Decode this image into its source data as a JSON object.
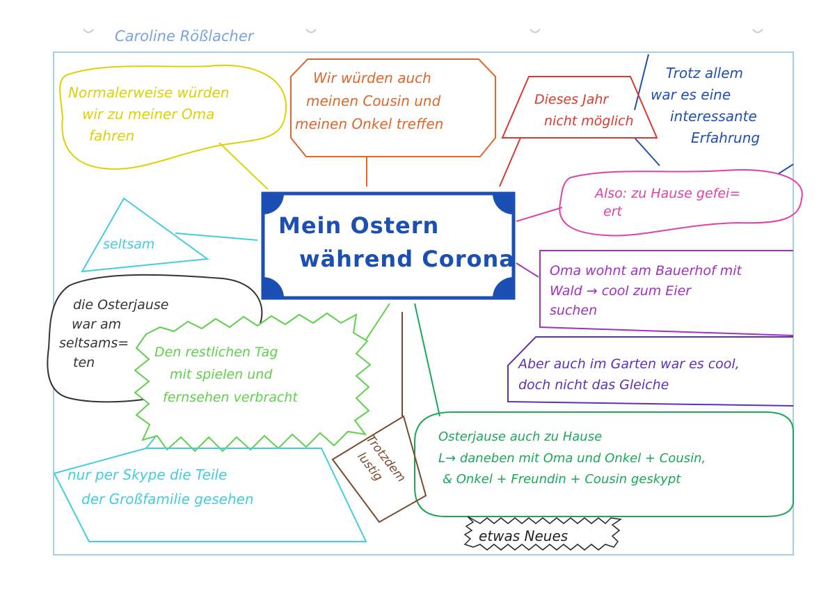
{
  "author": "Caroline Rößlacher",
  "center": {
    "lines": [
      "Mein Ostern",
      "während Corona"
    ]
  },
  "nodes": {
    "normalerweise": [
      "Normalerweise würden",
      "wir zu meiner Oma",
      "fahren"
    ],
    "cousin": [
      "Wir würden auch",
      "meinen Cousin und",
      "meinen Onkel treffen"
    ],
    "dieses_jahr": [
      "Dieses Jahr",
      "nicht möglich"
    ],
    "trotz": [
      "Trotz allem",
      "war es eine",
      "interessante",
      "Erfahrung"
    ],
    "also": [
      "Also: zu Hause gefei=",
      "ert"
    ],
    "oma": [
      "Oma wohnt am Bauerhof mit",
      "Wald → cool zum Eier",
      "suchen"
    ],
    "garten": [
      "Aber auch im Garten war es cool,",
      "doch nicht das Gleiche"
    ],
    "osterjause_hause": [
      "Osterjause auch zu Hause",
      "L→ daneben mit Oma und Onkel + Cousin,",
      "& Onkel + Freundin + Cousin geskypt"
    ],
    "seltsam": [
      "seltsam"
    ],
    "osterjause_seltsam": [
      "die Osterjause",
      "war am",
      "seltsams=",
      "ten"
    ],
    "tag": [
      "Den restlichen Tag",
      "mit spielen und",
      "fernsehen verbracht"
    ],
    "lustig": [
      "Trotzdem",
      "lustig"
    ],
    "skype": [
      "nur per Skype die Teile",
      "der Großfamilie gesehen"
    ],
    "neues": [
      "etwas Neues"
    ]
  },
  "colors": {
    "frame": "#a9cde8",
    "center": "#1c4fb3",
    "yellow": "#dcd200",
    "orange": "#e0662a",
    "red": "#d9392c",
    "darkblue": "#1f4fb0",
    "pink": "#e040a8",
    "magenta": "#a030c0",
    "purple": "#5c30b8",
    "green": "#1aa858",
    "cyan": "#43cce0",
    "lime": "#5ed04a",
    "brown": "#7a4a2c",
    "black": "#333333"
  }
}
